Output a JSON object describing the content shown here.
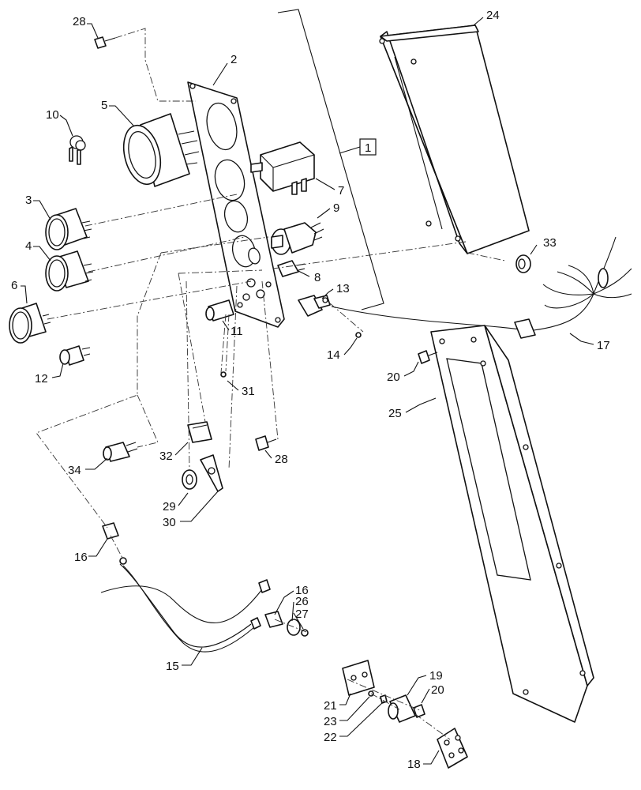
{
  "diagram": {
    "callouts": [
      {
        "id": "c28a",
        "text": "28"
      },
      {
        "id": "c2",
        "text": "2"
      },
      {
        "id": "c24",
        "text": "24"
      },
      {
        "id": "c5",
        "text": "5"
      },
      {
        "id": "c10",
        "text": "10"
      },
      {
        "id": "c1",
        "text": "1"
      },
      {
        "id": "c7",
        "text": "7"
      },
      {
        "id": "c3",
        "text": "3"
      },
      {
        "id": "c9",
        "text": "9"
      },
      {
        "id": "c4",
        "text": "4"
      },
      {
        "id": "c33",
        "text": "33"
      },
      {
        "id": "c8",
        "text": "8"
      },
      {
        "id": "c6",
        "text": "6"
      },
      {
        "id": "c13",
        "text": "13"
      },
      {
        "id": "c11",
        "text": "11"
      },
      {
        "id": "c14",
        "text": "14"
      },
      {
        "id": "c17",
        "text": "17"
      },
      {
        "id": "c12",
        "text": "12"
      },
      {
        "id": "c20a",
        "text": "20"
      },
      {
        "id": "c31",
        "text": "31"
      },
      {
        "id": "c25",
        "text": "25"
      },
      {
        "id": "c32",
        "text": "32"
      },
      {
        "id": "c34",
        "text": "34"
      },
      {
        "id": "c28b",
        "text": "28"
      },
      {
        "id": "c29",
        "text": "29"
      },
      {
        "id": "c30",
        "text": "30"
      },
      {
        "id": "c16a",
        "text": "16"
      },
      {
        "id": "c16b",
        "text": "16"
      },
      {
        "id": "c26",
        "text": "26"
      },
      {
        "id": "c27",
        "text": "27"
      },
      {
        "id": "c15",
        "text": "15"
      },
      {
        "id": "c19",
        "text": "19"
      },
      {
        "id": "c20b",
        "text": "20"
      },
      {
        "id": "c21",
        "text": "21"
      },
      {
        "id": "c23",
        "text": "23"
      },
      {
        "id": "c22",
        "text": "22"
      },
      {
        "id": "c18",
        "text": "18"
      }
    ]
  }
}
